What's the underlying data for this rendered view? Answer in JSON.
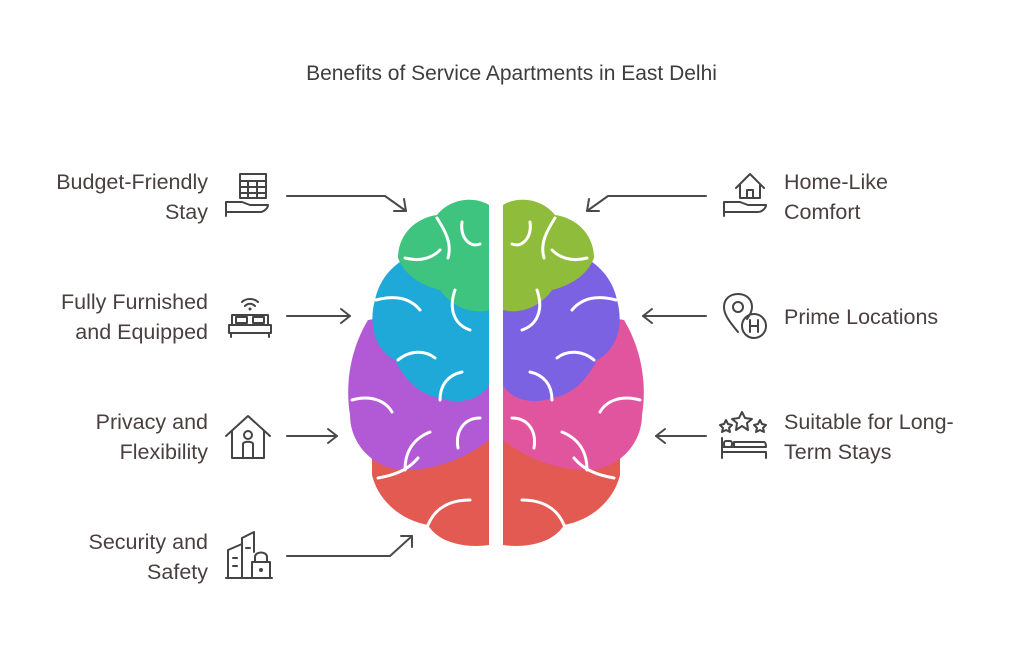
{
  "title": "Benefits of Service Apartments in East Delhi",
  "left_items": [
    {
      "line1": "Budget-Friendly",
      "line2": "Stay",
      "icon": "budget-icon"
    },
    {
      "line1": "Fully Furnished",
      "line2": "and Equipped",
      "icon": "furnished-bed-icon"
    },
    {
      "line1": "Privacy and",
      "line2": "Flexibility",
      "icon": "private-house-icon"
    },
    {
      "line1": "Security and",
      "line2": "Safety",
      "icon": "secure-building-icon"
    }
  ],
  "right_items": [
    {
      "line1": "Home-Like",
      "line2": "Comfort",
      "icon": "home-comfort-icon"
    },
    {
      "line1": "Prime Locations",
      "line2": "",
      "icon": "location-pin-icon"
    },
    {
      "line1": "Suitable for Long-",
      "line2": "Term Stays",
      "icon": "long-stay-bed-icon"
    }
  ],
  "colors": {
    "green": "#3ec47e",
    "blue": "#1fa9d9",
    "purple": "#b25ad6",
    "red": "#e35a52",
    "olive": "#8fbc3a",
    "violet": "#7a62e3",
    "pink": "#e0559e"
  }
}
